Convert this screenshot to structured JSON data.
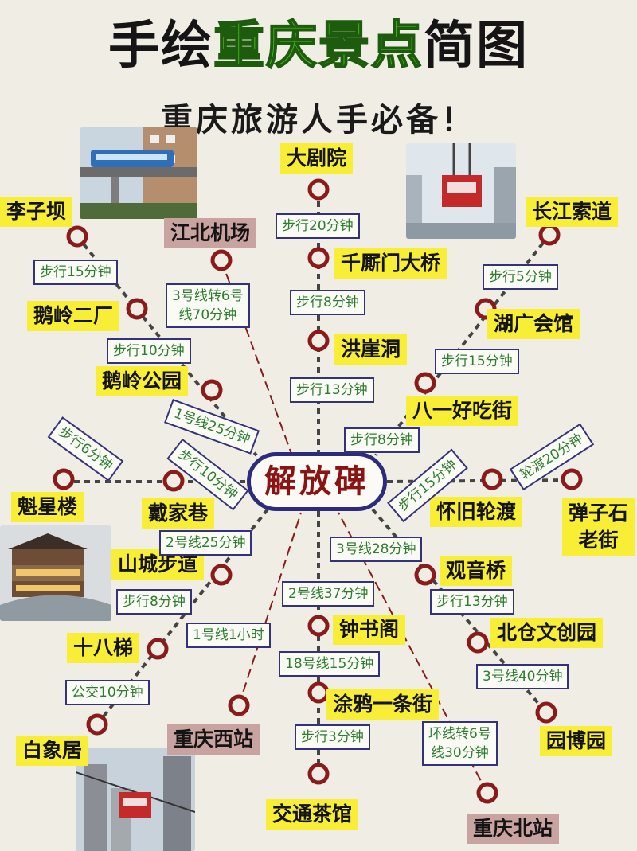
{
  "title": {
    "part1": "手绘",
    "part2": "重庆景点",
    "part3": "简图"
  },
  "subtitle": "重庆旅游人手必备！",
  "center": "解放碑",
  "attractions": {
    "da_ju_yuan": "大剧院",
    "qian_si_men": "千厮门大桥",
    "hong_ya_dong": "洪崖洞",
    "chang_jiang_suo_dao": "长江索道",
    "hu_guang_hui_guan": "湖广会馆",
    "ba_yi_hao_chi_jie": "八一好吃街",
    "tan_zi_shi": "弹子石\n老街",
    "huai_jiu_lun_du": "怀旧轮渡",
    "guan_yin_qiao": "观音桥",
    "bei_cang": "北仓文创园",
    "yuan_bo_yuan": "园博园",
    "zhong_shu_ge": "钟书阁",
    "tu_ya_jie": "涂鸦一条街",
    "jiao_tong_cha_guan": "交通茶馆",
    "li_zi_ba": "李子坝",
    "e_ling_er_chang": "鹅岭二厂",
    "e_ling_gong_yuan": "鹅岭公园",
    "kui_xing_lou": "魁星楼",
    "dai_jia_xiang": "戴家巷",
    "shan_cheng_bu_dao": "山城步道",
    "shi_ba_ti": "十八梯",
    "bai_xiang_ju": "白象居"
  },
  "stations": {
    "jiang_bei_ji_chang": "江北机场",
    "chong_qing_xi_zhan": "重庆西站",
    "chong_qing_bei_zhan": "重庆北站"
  },
  "routes": {
    "r1": "步行20分钟",
    "r2": "步行8分钟",
    "r3": "步行13分钟",
    "r4": "步行5分钟",
    "r5": "步行15分钟",
    "r6": "步行8分钟",
    "r7": "轮渡20分钟",
    "r8": "步行15分钟",
    "r9": "3号线28分钟",
    "r10": "步行13分钟",
    "r11": "3号线40分钟",
    "r12": "2号线37分钟",
    "r13": "18号线15分钟",
    "r14": "步行3分钟",
    "r15": "环线转6号\n线30分钟",
    "r16": "步行15分钟",
    "r17": "步行10分钟",
    "r18": "1号线25分钟",
    "r19": "3号线转6号\n线70分钟",
    "r20": "步行6分钟",
    "r21": "步行10分钟",
    "r22": "2号线25分钟",
    "r23": "步行8分钟",
    "r24": "1号线1小时",
    "r25": "公交10分钟"
  },
  "colors": {
    "label_yellow": "#f8ee36",
    "station_brown": "#c9a39f",
    "node_ring": "#8b1a1a",
    "route_border": "#34327a",
    "route_text": "#2e7d2e",
    "title_green": "#4bc21f",
    "rail_dash": "#8b1a1a",
    "walk_dash": "#444444"
  },
  "icons": [
    "monorail-photo",
    "cable-car-photo",
    "hongyadong-photo",
    "cable-car-city-photo"
  ]
}
